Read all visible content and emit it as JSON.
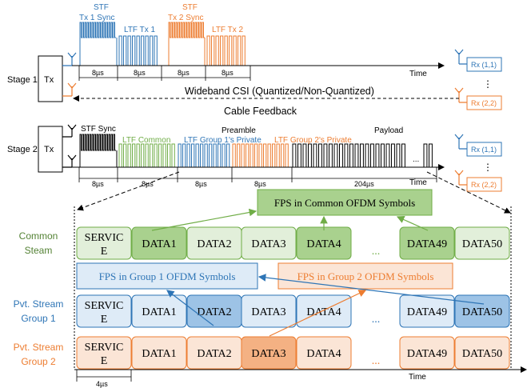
{
  "stage1": {
    "label": "Stage 1:",
    "tx": "Tx",
    "stf_label_1": "STF",
    "stf_label_2": "Tx 1 Sync",
    "ltf_tx1": "LTF Tx 1",
    "stf2_label_1": "STF",
    "stf2_label_2": "Tx 2 Sync",
    "ltf_tx2": "LTF Tx 2",
    "dur": [
      "8µs",
      "8µs",
      "8µs",
      "8µs"
    ],
    "time": "Time",
    "rx1": "Rx (1,1)",
    "rx2": "Rx (2,2)",
    "dots": "⋮",
    "feedback_label": "Wideband CSI (Quantized/Non-Quantized)",
    "cable": "Cable Feedback"
  },
  "stage2": {
    "label": "Stage 2:",
    "tx": "Tx",
    "stf_sync": "STF  Sync",
    "ltf_common": "LTF  Common",
    "ltf_group1": "LTF Group 1's Private",
    "ltf_group2": "LTF Group 2's Private",
    "preamble": "Preamble",
    "payload": "Payload",
    "ellipsis": "...",
    "dur": [
      "8µs",
      "8µs",
      "8µs",
      "8µs",
      "204µs"
    ],
    "time": "Time",
    "rx1": "Rx (1,1)",
    "rx2": "Rx (2,2)",
    "dots": "⋮"
  },
  "frame": {
    "fps_common": "FPS in Common OFDM Symbols",
    "fps_group1": "FPS in Group 1 OFDM Symbols",
    "fps_group2": "FPS in Group 2 OFDM Symbols",
    "rows": [
      {
        "label_1": "Common",
        "label_2": "Steam",
        "cells": [
          "SERVIC E",
          "DATA1",
          "DATA2",
          "DATA3",
          "DATA4",
          "...",
          "DATA49",
          "DATA50"
        ]
      },
      {
        "label_1": "Pvt. Stream",
        "label_2": "Group 1",
        "cells": [
          "SERVIC E",
          "DATA1",
          "DATA2",
          "DATA3",
          "DATA4",
          "...",
          "DATA49",
          "DATA50"
        ]
      },
      {
        "label_1": "Pvt. Stream",
        "label_2": "Group 2",
        "cells": [
          "SERVIC E",
          "DATA1",
          "DATA2",
          "DATA3",
          "DATA4",
          "...",
          "DATA49",
          "DATA50"
        ]
      }
    ],
    "duration": "4µs",
    "time": "Time"
  },
  "colors": {
    "blue": "#2E75B6",
    "orange": "#ED7D31",
    "green": "#70AD47",
    "green_dark": "#548235",
    "green_light": "#E2EFDA",
    "green_fill": "#A9D18E",
    "blue_light": "#DEEBF7",
    "blue_fill": "#9DC3E6",
    "orange_light": "#FBE5D6",
    "orange_fill": "#F4B183"
  }
}
